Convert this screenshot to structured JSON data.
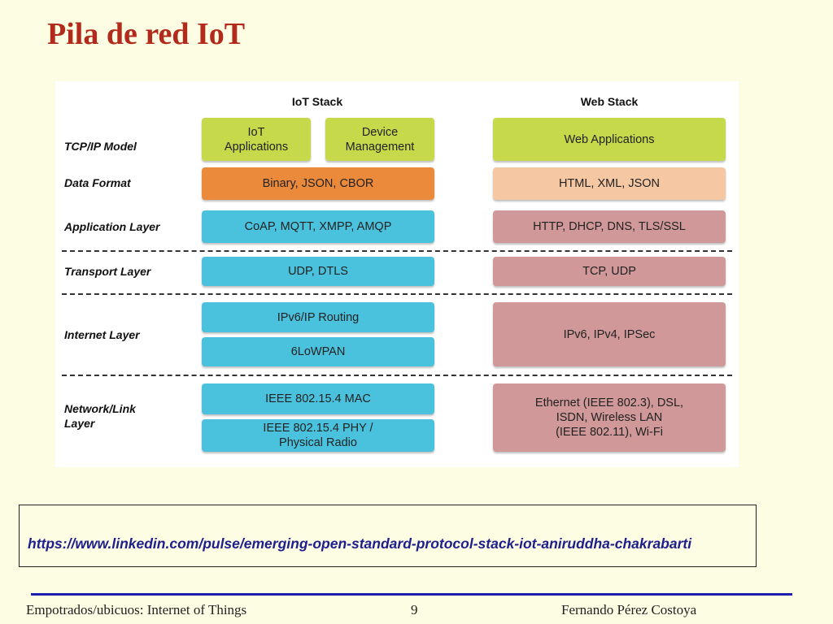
{
  "slide": {
    "title": "Pila de red IoT"
  },
  "diagram": {
    "headers": {
      "iot": "IoT Stack",
      "web": "Web Stack"
    },
    "rows": {
      "tcpip_model": "TCP/IP Model",
      "data_format": "Data Format",
      "application_layer": "Application Layer",
      "transport_layer": "Transport Layer",
      "internet_layer": "Internet Layer",
      "network_link_layer": "Network/Link\nLayer"
    },
    "iot": {
      "iot_applications": "IoT\nApplications",
      "device_management": "Device\nManagement",
      "data_format": "Binary, JSON, CBOR",
      "application": "CoAP, MQTT, XMPP, AMQP",
      "transport": "UDP, DTLS",
      "ipv6_routing": "IPv6/IP Routing",
      "sixlowpan": "6LoWPAN",
      "mac": "IEEE 802.15.4 MAC",
      "phy": "IEEE 802.15.4 PHY /\nPhysical Radio"
    },
    "web": {
      "web_applications": "Web Applications",
      "data_format": "HTML, XML, JSON",
      "application": "HTTP, DHCP, DNS, TLS/SSL",
      "transport": "TCP, UDP",
      "internet": "IPv6, IPv4, IPSec",
      "network_link": "Ethernet (IEEE 802.3), DSL,\nISDN, Wireless LAN\n(IEEE 802.11), Wi-Fi"
    },
    "colors": {
      "green": "#c5d94b",
      "orange": "#ec8a3b",
      "peach": "#f6c7a3",
      "cyan": "#4bc2dd",
      "rose": "#d09898",
      "title": "#b12a1b",
      "link": "#1e1e8c"
    }
  },
  "source": {
    "url": "https://www.linkedin.com/pulse/emerging-open-standard-protocol-stack-iot-aniruddha-chakrabarti"
  },
  "footer": {
    "course": "Empotrados/ubicuos: Internet of Things",
    "page_number": "9",
    "author": "Fernando Pérez Costoya"
  }
}
